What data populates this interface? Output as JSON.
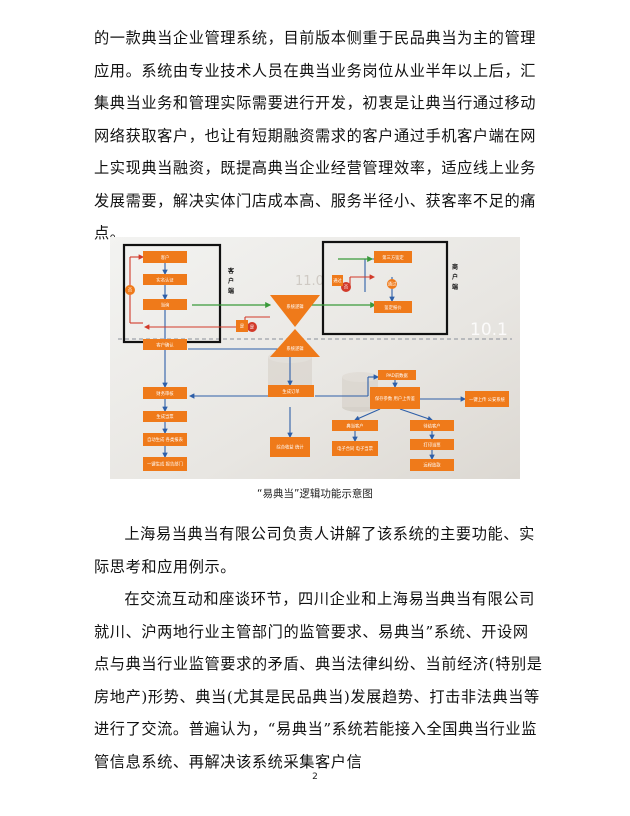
{
  "paragraphs": {
    "p1": "的一款典当企业管理系统，目前版本侧重于民品典当为主的管理应用。系统由专业技术人员在典当业务岗位从业半年以上后，汇集典当业务和管理实际需要进行开发，初衷是让典当行通过移动网络获取客户，也让有短期融资需求的客户通过手机客户端在网上实现典当融资，既提高典当企业经营管理效率，适应线上业务发展需要，解决实体门店成本高、服务半径小、获客率不足的痛点。",
    "p2": "上海易当典当有限公司负责人讲解了该系统的主要功能、实际思考和应用例示。",
    "p3": "在交流互动和座谈环节，四川企业和上海易当典当有限公司就川、沪两地行业主管部门的监管要求、易典当”系统、开设网点与典当行业监管要求的矛盾、典当法律纠纷、当前经济(特别是房地产)形势、典当(尤其是民品典当)发展趋势、打击非法典当等进行了交流。普遍认为，“易典当”系统若能接入全国典当行业监管信息系统、再解决该系统采集客户信"
  },
  "figure": {
    "caption": "“易典当”逻辑功能示意图",
    "labels": {
      "client_side": [
        "客",
        "户",
        "端"
      ],
      "merchant_side": [
        "商",
        "户",
        "端"
      ],
      "user": "客户",
      "realname": "实名认证",
      "pawn": "当询",
      "third_party": "第三方鉴定",
      "valuation": "鉴定报价",
      "flow1": "系统逻辑",
      "flow2": "系统逻辑",
      "customer_confirm": "客户确认",
      "generate_order": "生成订单",
      "pad_data": "PAD前数据",
      "store_offer": "保存参数 用户上传鉴",
      "online_report": "一键上传 公安系统",
      "finance_review": "财务审核",
      "create_ticket": "生成当票",
      "auto_generate": "自动生成 各类报表",
      "one_key_report": "一键生成 报告部门",
      "contract_sign": "电子合同 电子当票",
      "pawn_customer": "典当客户",
      "remote_customer": "待结客户",
      "print_ticket": "打印当票",
      "remote_loan": "远程放款",
      "auto_income": "综合收益 统计",
      "red_no": "否",
      "red_yes": "是",
      "red_no2": "否",
      "red_yes2": "是",
      "green_pass": "通过",
      "green_pass2": "通过",
      "bg_num1": "11.0",
      "bg_num2": "10.1"
    }
  },
  "page": {
    "number": "2"
  }
}
